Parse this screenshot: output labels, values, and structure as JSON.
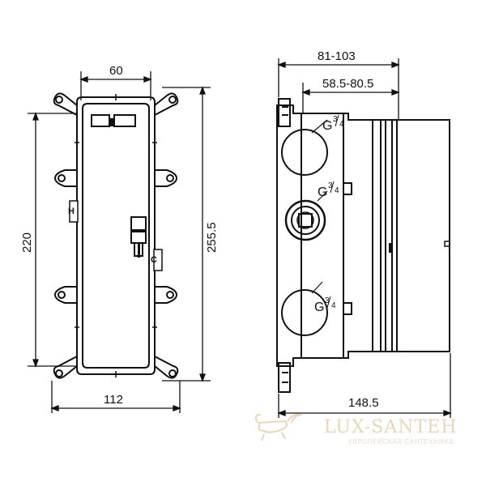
{
  "front_view": {
    "dim_top": "60",
    "dim_left": "220",
    "dim_right": "255.5",
    "dim_bottom": "112",
    "label_hot": "H",
    "label_cold": "C"
  },
  "side_view": {
    "dim_top_outer": "81-103",
    "dim_top_inner": "58.5-80.5",
    "dim_bottom": "148.5",
    "thread_letter": "G",
    "thread_num": "3",
    "thread_den": "4"
  },
  "watermark": {
    "brand": "LUX-SANTEH",
    "tagline": "ЕВРОПЕЙСКАЯ САНТЕХНИКА"
  }
}
